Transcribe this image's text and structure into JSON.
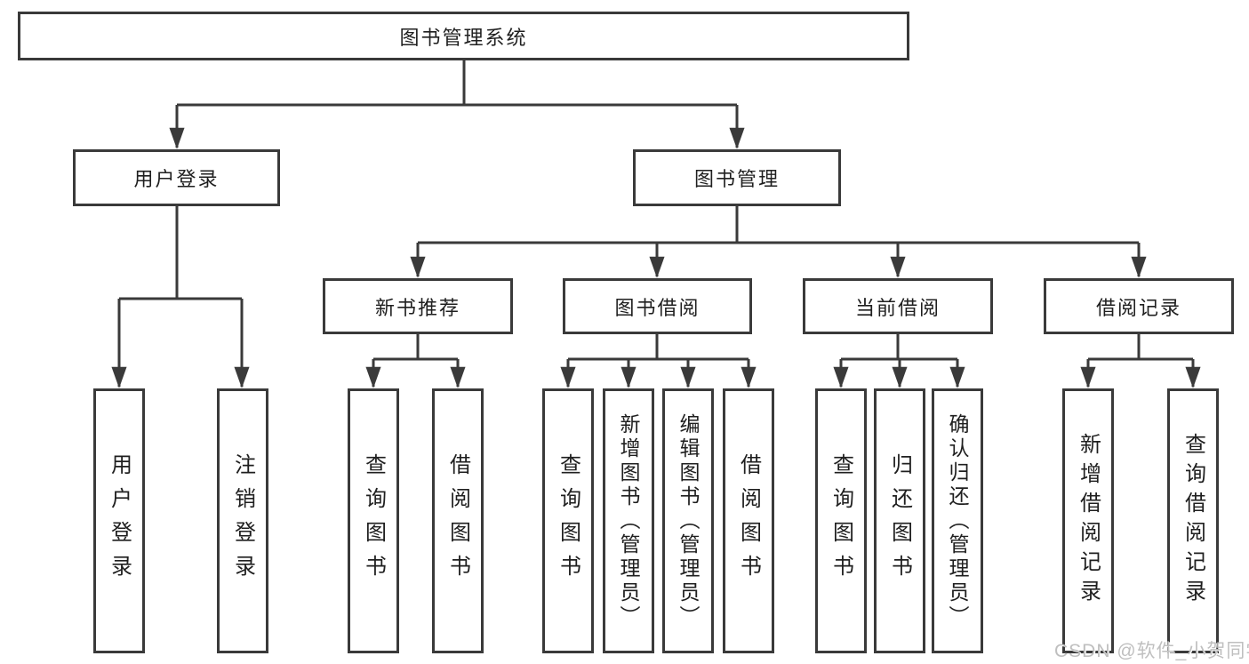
{
  "nodes": {
    "root": "图书管理系统",
    "user_login": "用户登录",
    "book_mgmt": "图书管理",
    "new_book_rec": "新书推荐",
    "book_borrow": "图书借阅",
    "current_borrow": "当前借阅",
    "borrow_record": "借阅记录",
    "leaf_user_login": "用户登录",
    "leaf_logout": "注销登录",
    "nbr_query_book": "查询图书",
    "nbr_borrow_book": "借阅图书",
    "bb_query_book": "查询图书",
    "bb_add_book": "新增图书（管理员）",
    "bb_edit_book": "编辑图书（管理员）",
    "bb_borrow_book": "借阅图书",
    "cb_query_book": "查询图书",
    "cb_return_book": "归还图书",
    "cb_confirm_return": "确认归还（管理员）",
    "br_add_record": "新增借阅记录",
    "br_query_record": "查询借阅记录"
  },
  "hierarchy": {
    "图书管理系统": {
      "用户登录": [
        "用户登录",
        "注销登录"
      ],
      "图书管理": {
        "新书推荐": [
          "查询图书",
          "借阅图书"
        ],
        "图书借阅": [
          "查询图书",
          "新增图书（管理员）",
          "编辑图书（管理员）",
          "借阅图书"
        ],
        "当前借阅": [
          "查询图书",
          "归还图书",
          "确认归还（管理员）"
        ],
        "借阅记录": [
          "新增借阅记录",
          "查询借阅记录"
        ]
      }
    }
  },
  "watermark": "CSDN @软件_小贺同学",
  "colors": {
    "line": "#3a3a3a",
    "text": "#1f1f1f",
    "watermark": "#bfbfbf",
    "background": "#ffffff"
  }
}
